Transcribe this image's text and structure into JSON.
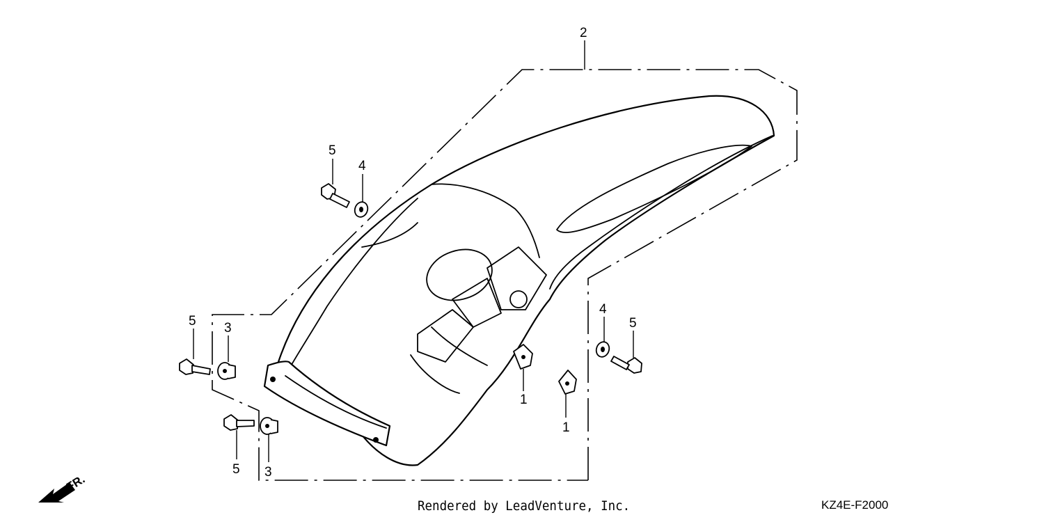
{
  "callouts": {
    "c1a": "1",
    "c1b": "1",
    "c2": "2",
    "c3a": "3",
    "c3b": "3",
    "c4a": "4",
    "c4b": "4",
    "c5a": "5",
    "c5b": "5",
    "c5c": "5",
    "c5d": "5"
  },
  "arrow_label": "FR.",
  "footer": {
    "credit": "Rendered by LeadVenture, Inc.",
    "diagram_code": "KZ4E-F2000"
  }
}
